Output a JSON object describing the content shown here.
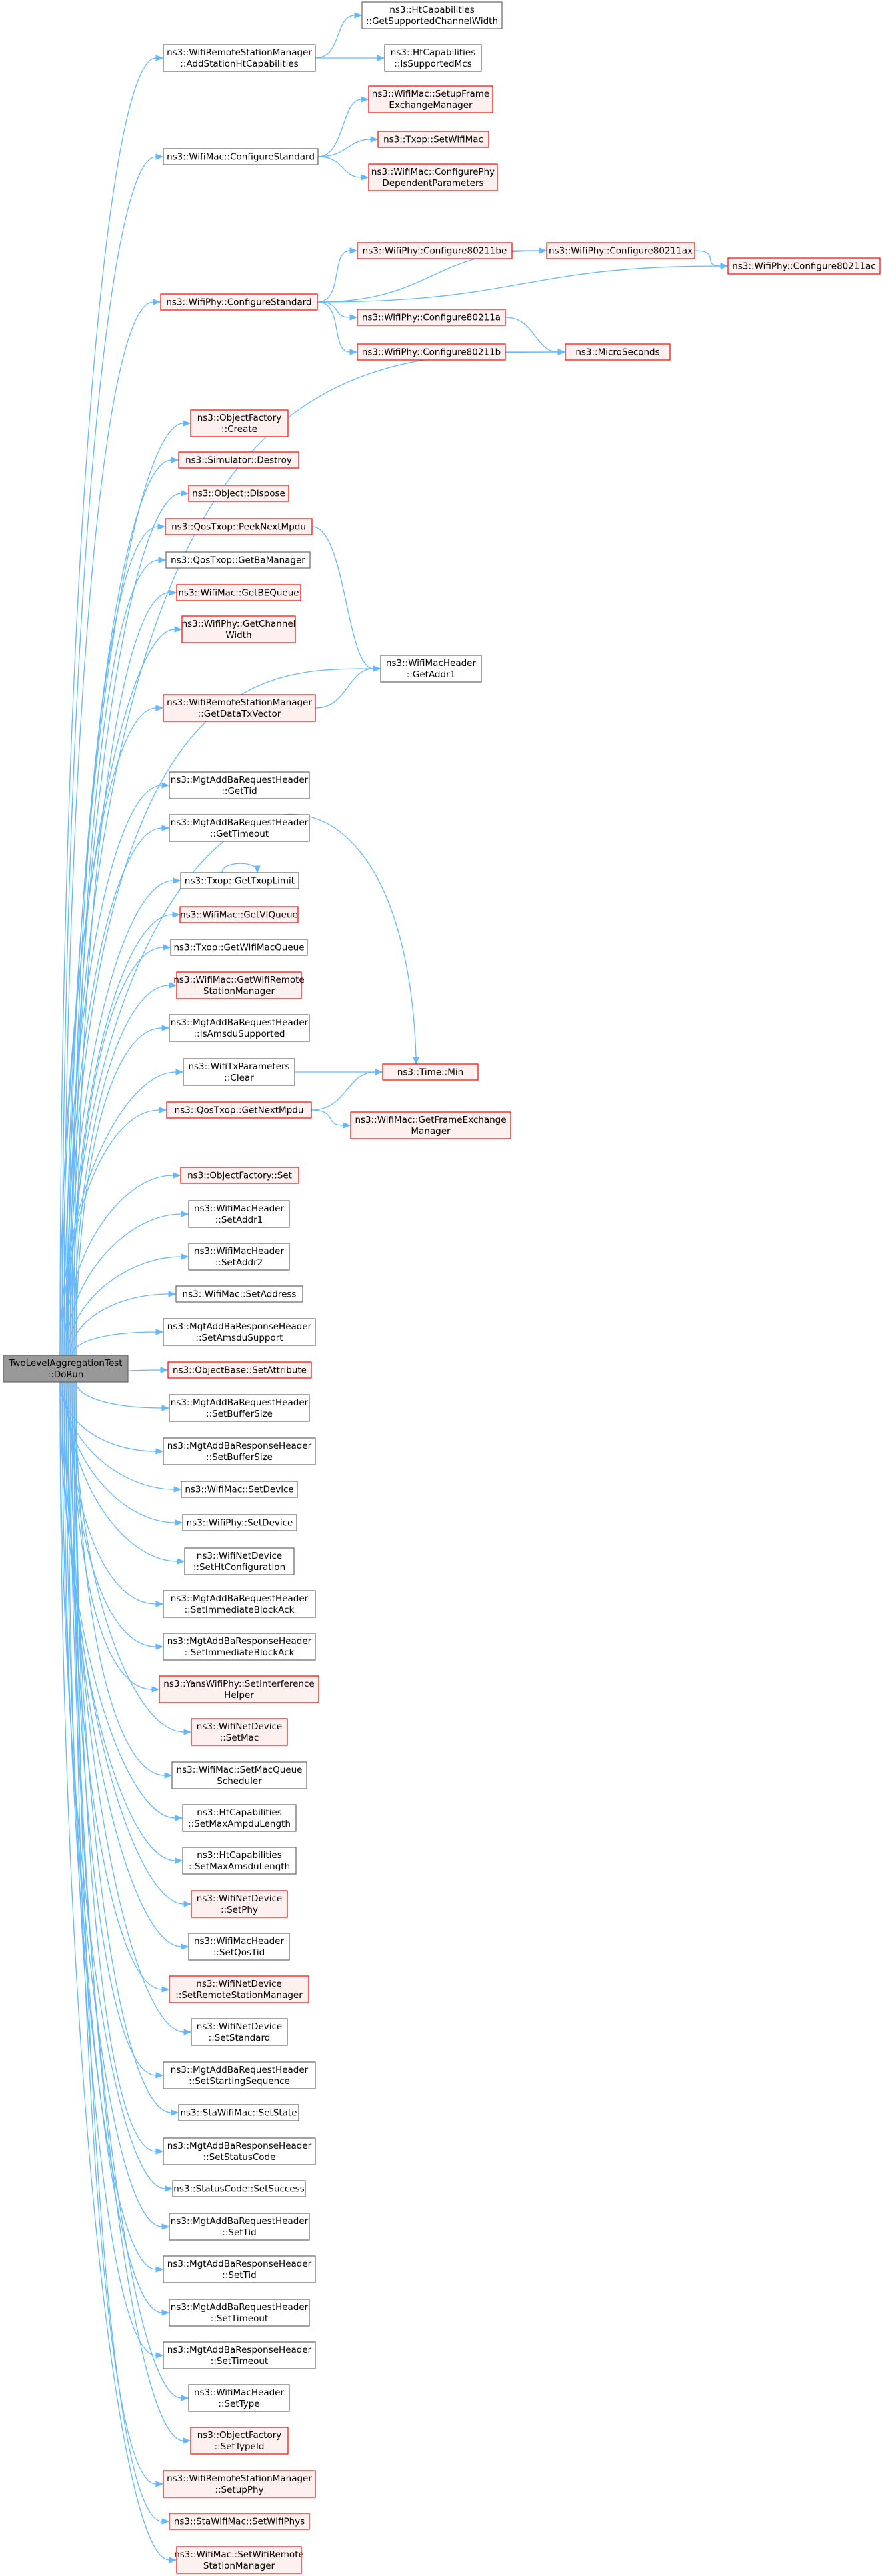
{
  "colors": {
    "edge": "#63b8ff",
    "node_border": "#666666",
    "node_border_incomplete": "#ff0000",
    "node_fill_incomplete": "#fff0f0",
    "root_fill": "#999999"
  },
  "root": {
    "lines": [
      "TwoLevelAggregationTest",
      "::DoRun"
    ]
  },
  "nodes": [
    {
      "id": "hccw",
      "lines": [
        "ns3::HtCapabilities",
        "::GetSupportedChannelWidth"
      ],
      "red": false
    },
    {
      "id": "arsm",
      "lines": [
        "ns3::WifiRemoteStationManager",
        "::AddStationHtCapabilities"
      ],
      "red": false
    },
    {
      "id": "hcism",
      "lines": [
        "ns3::HtCapabilities",
        "::IsSupportedMcs"
      ],
      "red": false
    },
    {
      "id": "wmsfem",
      "lines": [
        "ns3::WifiMac::SetupFrame",
        "ExchangeManager"
      ],
      "red": true
    },
    {
      "id": "wmcs",
      "lines": [
        "ns3::WifiMac::ConfigureStandard"
      ],
      "red": false
    },
    {
      "id": "txswm",
      "lines": [
        "ns3::Txop::SetWifiMac"
      ],
      "red": true
    },
    {
      "id": "wmcpdp",
      "lines": [
        "ns3::WifiMac::ConfigurePhy",
        "DependentParameters"
      ],
      "red": true
    },
    {
      "id": "c11be",
      "lines": [
        "ns3::WifiPhy::Configure80211be"
      ],
      "red": true
    },
    {
      "id": "c11ax",
      "lines": [
        "ns3::WifiPhy::Configure80211ax"
      ],
      "red": true
    },
    {
      "id": "wpcs",
      "lines": [
        "ns3::WifiPhy::ConfigureStandard"
      ],
      "red": true
    },
    {
      "id": "c11ac",
      "lines": [
        "ns3::WifiPhy::Configure80211ac"
      ],
      "red": true
    },
    {
      "id": "c11a",
      "lines": [
        "ns3::WifiPhy::Configure80211a"
      ],
      "red": true
    },
    {
      "id": "c11b",
      "lines": [
        "ns3::WifiPhy::Configure80211b"
      ],
      "red": true
    },
    {
      "id": "micro",
      "lines": [
        "ns3::MicroSeconds"
      ],
      "red": true
    },
    {
      "id": "ofc",
      "lines": [
        "ns3::ObjectFactory",
        "::Create"
      ],
      "red": true
    },
    {
      "id": "simd",
      "lines": [
        "ns3::Simulator::Destroy"
      ],
      "red": true
    },
    {
      "id": "objd",
      "lines": [
        "ns3::Object::Dispose"
      ],
      "red": true
    },
    {
      "id": "qpnm",
      "lines": [
        "ns3::QosTxop::PeekNextMpdu"
      ],
      "red": true
    },
    {
      "id": "qgbm",
      "lines": [
        "ns3::QosTxop::GetBaManager"
      ],
      "red": false
    },
    {
      "id": "wmgbe",
      "lines": [
        "ns3::WifiMac::GetBEQueue"
      ],
      "red": true
    },
    {
      "id": "wpgcw",
      "lines": [
        "ns3::WifiPhy::GetChannel",
        "Width"
      ],
      "red": true
    },
    {
      "id": "whga1",
      "lines": [
        "ns3::WifiMacHeader",
        "::GetAddr1"
      ],
      "red": false
    },
    {
      "id": "wrsgdt",
      "lines": [
        "ns3::WifiRemoteStationManager",
        "::GetDataTxVector"
      ],
      "red": true
    },
    {
      "id": "mreqgtid",
      "lines": [
        "ns3::MgtAddBaRequestHeader",
        "::GetTid"
      ],
      "red": false
    },
    {
      "id": "mreqgto",
      "lines": [
        "ns3::MgtAddBaRequestHeader",
        "::GetTimeout"
      ],
      "red": false
    },
    {
      "id": "txgtl",
      "lines": [
        "ns3::Txop::GetTxopLimit"
      ],
      "red": false
    },
    {
      "id": "wmgvi",
      "lines": [
        "ns3::WifiMac::GetVIQueue"
      ],
      "red": true
    },
    {
      "id": "txgwmq",
      "lines": [
        "ns3::Txop::GetWifiMacQueue"
      ],
      "red": false
    },
    {
      "id": "wmgwrsm",
      "lines": [
        "ns3::WifiMac::GetWifiRemote",
        "StationManager"
      ],
      "red": true
    },
    {
      "id": "mreqias",
      "lines": [
        "ns3::MgtAddBaRequestHeader",
        "::IsAmsduSupported"
      ],
      "red": false
    },
    {
      "id": "wtpc",
      "lines": [
        "ns3::WifiTxParameters",
        "::Clear"
      ],
      "red": false
    },
    {
      "id": "tmin",
      "lines": [
        "ns3::Time::Min"
      ],
      "red": true
    },
    {
      "id": "qpgnm",
      "lines": [
        "ns3::QosTxop::GetNextMpdu"
      ],
      "red": true
    },
    {
      "id": "wmgfem",
      "lines": [
        "ns3::WifiMac::GetFrameExchange",
        "Manager"
      ],
      "red": true
    },
    {
      "id": "ofset",
      "lines": [
        "ns3::ObjectFactory::Set"
      ],
      "red": true
    },
    {
      "id": "whsa1",
      "lines": [
        "ns3::WifiMacHeader",
        "::SetAddr1"
      ],
      "red": false
    },
    {
      "id": "whsa2",
      "lines": [
        "ns3::WifiMacHeader",
        "::SetAddr2"
      ],
      "red": false
    },
    {
      "id": "wmsaddr",
      "lines": [
        "ns3::WifiMac::SetAddress"
      ],
      "red": false
    },
    {
      "id": "mrespsas",
      "lines": [
        "ns3::MgtAddBaResponseHeader",
        "::SetAmsduSupport"
      ],
      "red": false
    },
    {
      "id": "obsa",
      "lines": [
        "ns3::ObjectBase::SetAttribute"
      ],
      "red": true
    },
    {
      "id": "mreqsbs",
      "lines": [
        "ns3::MgtAddBaRequestHeader",
        "::SetBufferSize"
      ],
      "red": false
    },
    {
      "id": "mrespsbs",
      "lines": [
        "ns3::MgtAddBaResponseHeader",
        "::SetBufferSize"
      ],
      "red": false
    },
    {
      "id": "wmsd",
      "lines": [
        "ns3::WifiMac::SetDevice"
      ],
      "red": false
    },
    {
      "id": "wpsd",
      "lines": [
        "ns3::WifiPhy::SetDevice"
      ],
      "red": false
    },
    {
      "id": "wndshc",
      "lines": [
        "ns3::WifiNetDevice",
        "::SetHtConfiguration"
      ],
      "red": false
    },
    {
      "id": "mreqsiba",
      "lines": [
        "ns3::MgtAddBaRequestHeader",
        "::SetImmediateBlockAck"
      ],
      "red": false
    },
    {
      "id": "mrespsiba",
      "lines": [
        "ns3::MgtAddBaResponseHeader",
        "::SetImmediateBlockAck"
      ],
      "red": false
    },
    {
      "id": "ywpsih",
      "lines": [
        "ns3::YansWifiPhy::SetInterference",
        "Helper"
      ],
      "red": true
    },
    {
      "id": "wndsm",
      "lines": [
        "ns3::WifiNetDevice",
        "::SetMac"
      ],
      "red": true
    },
    {
      "id": "wmsmqs",
      "lines": [
        "ns3::WifiMac::SetMacQueue",
        "Scheduler"
      ],
      "red": false
    },
    {
      "id": "hcsmal",
      "lines": [
        "ns3::HtCapabilities",
        "::SetMaxAmpduLength"
      ],
      "red": false
    },
    {
      "id": "hcsmsl",
      "lines": [
        "ns3::HtCapabilities",
        "::SetMaxAmsduLength"
      ],
      "red": false
    },
    {
      "id": "wndsp",
      "lines": [
        "ns3::WifiNetDevice",
        "::SetPhy"
      ],
      "red": true
    },
    {
      "id": "whsqt",
      "lines": [
        "ns3::WifiMacHeader",
        "::SetQosTid"
      ],
      "red": false
    },
    {
      "id": "wndsrsm",
      "lines": [
        "ns3::WifiNetDevice",
        "::SetRemoteStationManager"
      ],
      "red": true
    },
    {
      "id": "wndss",
      "lines": [
        "ns3::WifiNetDevice",
        "::SetStandard"
      ],
      "red": false
    },
    {
      "id": "mreqsss",
      "lines": [
        "ns3::MgtAddBaRequestHeader",
        "::SetStartingSequence"
      ],
      "red": false
    },
    {
      "id": "swmss",
      "lines": [
        "ns3::StaWifiMac::SetState"
      ],
      "red": false
    },
    {
      "id": "mrespssc",
      "lines": [
        "ns3::MgtAddBaResponseHeader",
        "::SetStatusCode"
      ],
      "red": false
    },
    {
      "id": "scss",
      "lines": [
        "ns3::StatusCode::SetSuccess"
      ],
      "red": false
    },
    {
      "id": "mreqst",
      "lines": [
        "ns3::MgtAddBaRequestHeader",
        "::SetTid"
      ],
      "red": false
    },
    {
      "id": "mrespst",
      "lines": [
        "ns3::MgtAddBaResponseHeader",
        "::SetTid"
      ],
      "red": false
    },
    {
      "id": "mreqsto",
      "lines": [
        "ns3::MgtAddBaRequestHeader",
        "::SetTimeout"
      ],
      "red": false
    },
    {
      "id": "mrespsto",
      "lines": [
        "ns3::MgtAddBaResponseHeader",
        "::SetTimeout"
      ],
      "red": false
    },
    {
      "id": "whst",
      "lines": [
        "ns3::WifiMacHeader",
        "::SetType"
      ],
      "red": false
    },
    {
      "id": "ofsti",
      "lines": [
        "ns3::ObjectFactory",
        "::SetTypeId"
      ],
      "red": true
    },
    {
      "id": "wrsmsp",
      "lines": [
        "ns3::WifiRemoteStationManager",
        "::SetupPhy"
      ],
      "red": true
    },
    {
      "id": "swmswp",
      "lines": [
        "ns3::StaWifiMac::SetWifiPhys"
      ],
      "red": true
    },
    {
      "id": "wmswrsm",
      "lines": [
        "ns3::WifiMac::SetWifiRemote",
        "StationManager"
      ],
      "red": true
    }
  ],
  "edges": [
    [
      "arsm",
      "hccw"
    ],
    [
      "arsm",
      "hcism"
    ],
    [
      "wmcs",
      "wmsfem"
    ],
    [
      "wmcs",
      "txswm"
    ],
    [
      "wmcs",
      "wmcpdp"
    ],
    [
      "wpcs",
      "c11be"
    ],
    [
      "wpcs",
      "c11ax"
    ],
    [
      "wpcs",
      "c11ac"
    ],
    [
      "wpcs",
      "c11a"
    ],
    [
      "wpcs",
      "c11b"
    ],
    [
      "c11be",
      "c11ax"
    ],
    [
      "c11ax",
      "c11ac"
    ],
    [
      "c11a",
      "micro"
    ],
    [
      "c11b",
      "micro"
    ],
    [
      "qpnm",
      "whga1"
    ],
    [
      "wrsgdt",
      "whga1"
    ],
    [
      "txgtl",
      "txgtl"
    ],
    [
      "wtpc",
      "tmin"
    ],
    [
      "qpgnm",
      "tmin"
    ],
    [
      "qpgnm",
      "wmgfem"
    ]
  ]
}
